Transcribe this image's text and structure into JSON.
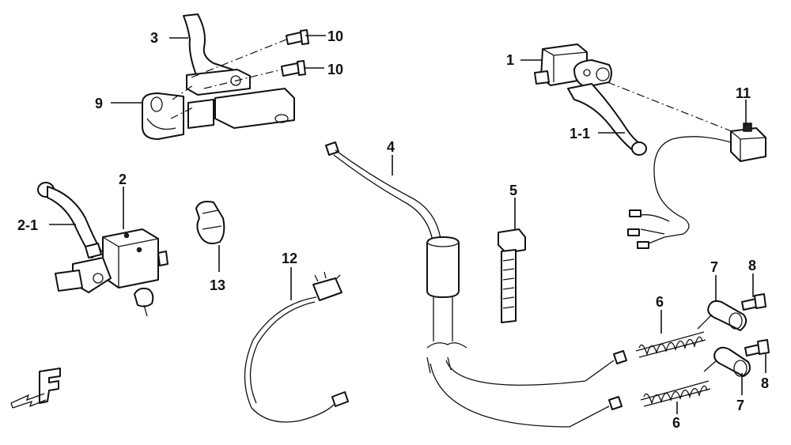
{
  "callouts": {
    "c3": "3",
    "c10a": "10",
    "c10b": "10",
    "c9": "9",
    "c1": "1",
    "c11": "11",
    "c1_1": "1-1",
    "c4": "4",
    "c2": "2",
    "c2_1": "2-1",
    "c5": "5",
    "c13": "13",
    "c12": "12",
    "c7a": "7",
    "c8a": "8",
    "c6a": "6",
    "c7b": "7",
    "c8b": "8",
    "c6b": "6"
  },
  "front_marker": "F"
}
